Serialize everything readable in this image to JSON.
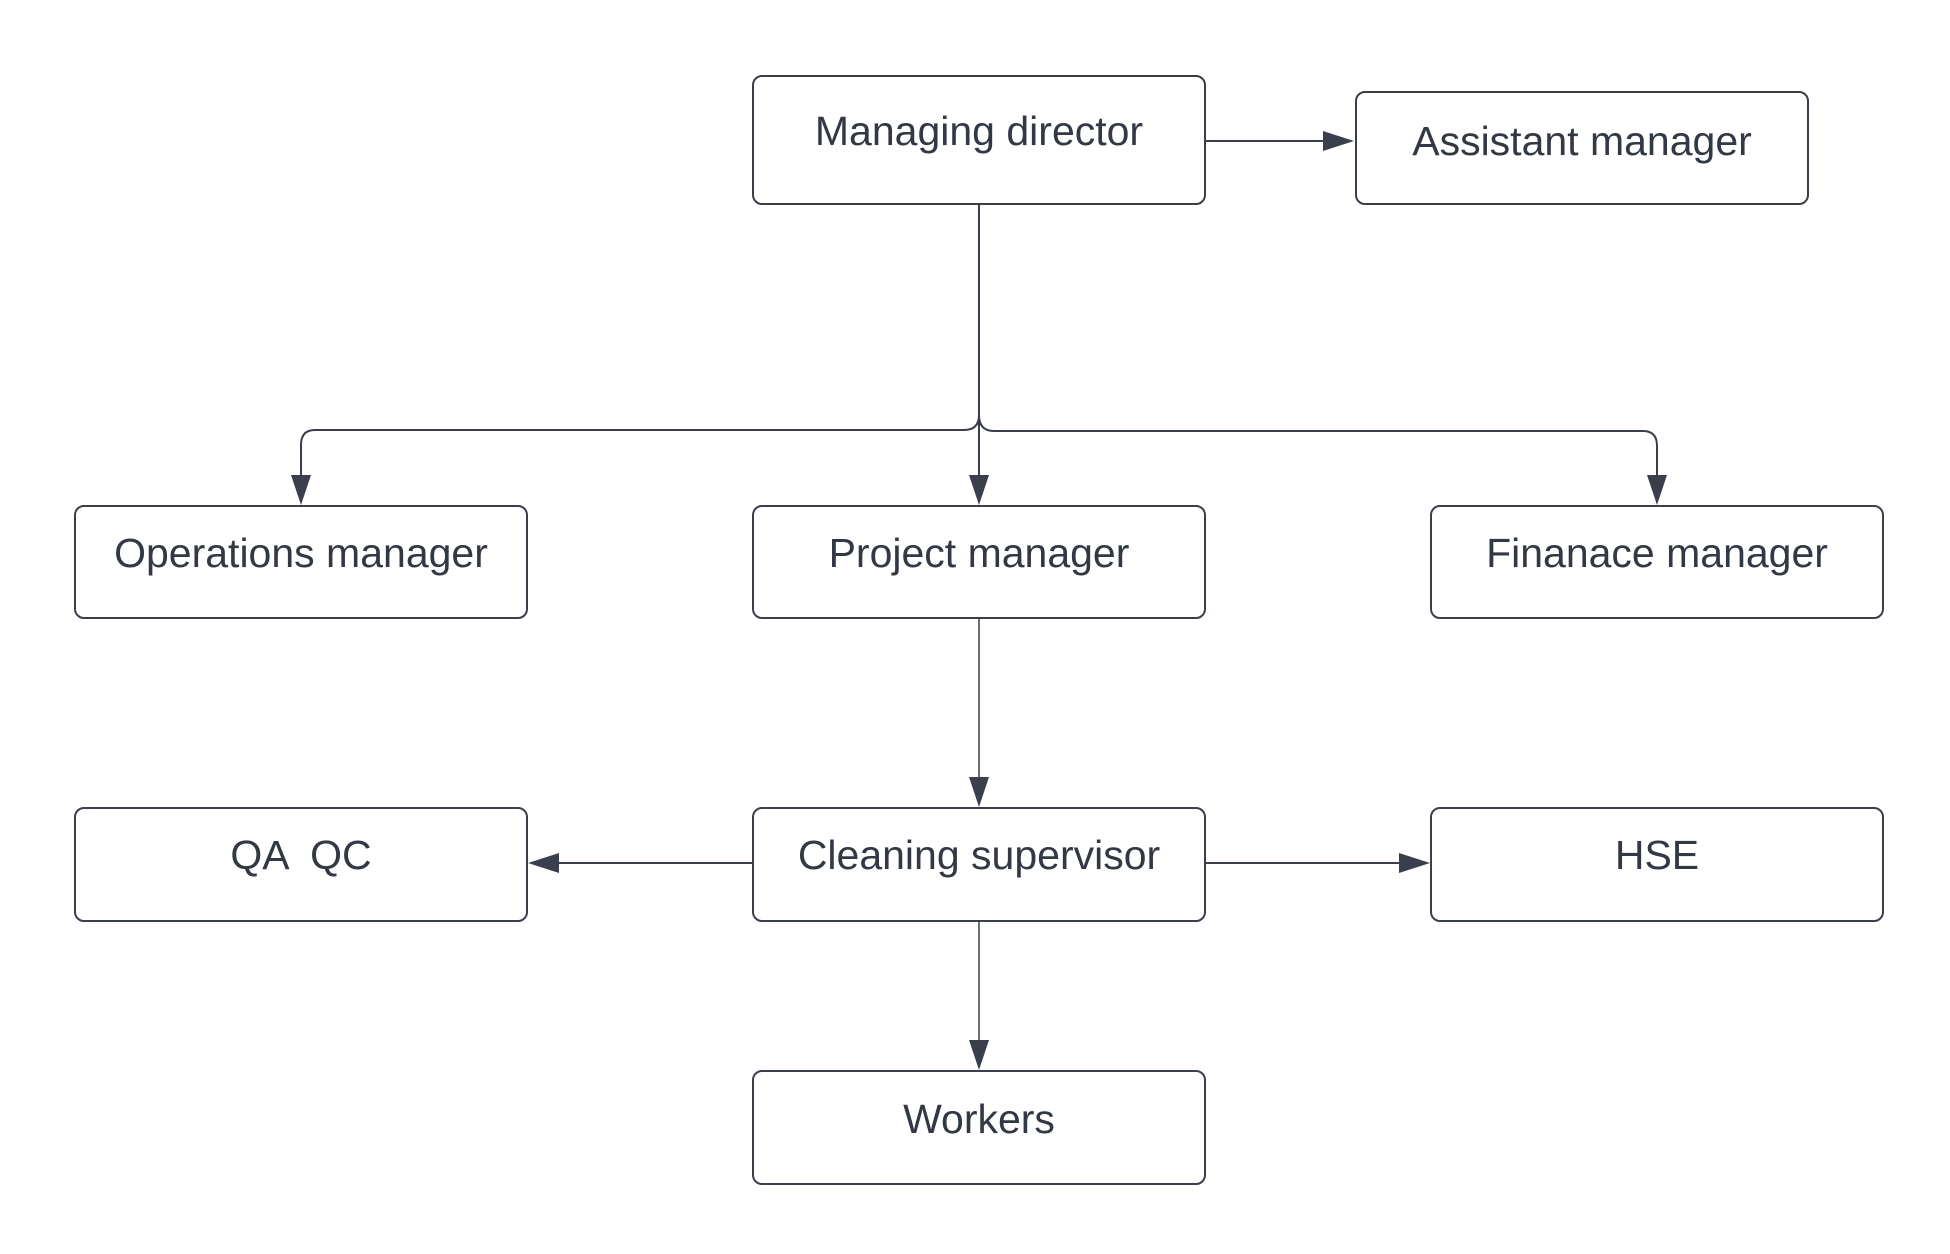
{
  "colors": {
    "stroke": "#3a3f4b",
    "text": "#333845",
    "background": "#ffffff"
  },
  "nodes": {
    "managing_director": "Managing director",
    "assistant_manager": "Assistant manager",
    "operations_manager": "Operations manager",
    "project_manager": "Project manager",
    "finance_manager": "Finanace manager",
    "qa_qc": "QA  QC",
    "cleaning_supervisor": "Cleaning supervisor",
    "hse": "HSE",
    "workers": "Workers"
  }
}
